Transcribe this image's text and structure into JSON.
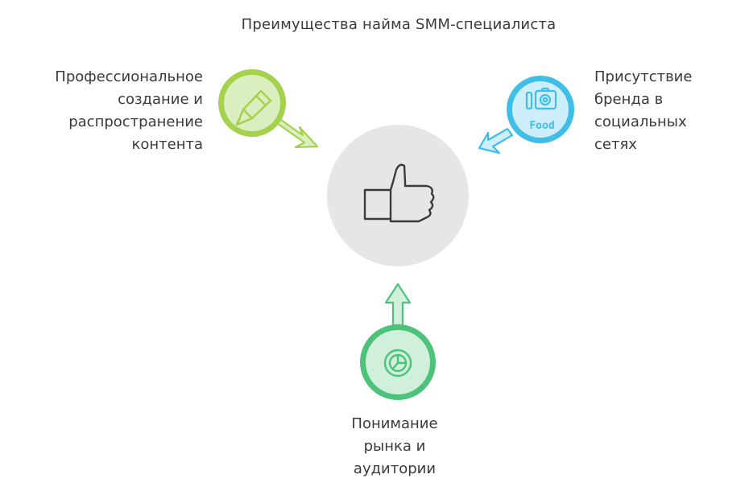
{
  "title": "Преимущества найма SMM-специалиста",
  "center": {
    "icon": "thumbs-up-icon"
  },
  "items": [
    {
      "id": "content",
      "label_lines": [
        "Профессиональное",
        "создание и",
        "распространение",
        "контента"
      ],
      "icon": "pen-icon",
      "color": "#a6d14d"
    },
    {
      "id": "brand",
      "label_lines": [
        "Присутствие",
        "бренда в",
        "социальных",
        "сетях"
      ],
      "icon": "camera-food-icon",
      "icon_text": "Food",
      "color": "#3fbfe8"
    },
    {
      "id": "market",
      "label_lines": [
        "Понимание",
        "рынка и",
        "аудитории"
      ],
      "icon": "pie-chart-icon",
      "color": "#4cc27a"
    }
  ]
}
